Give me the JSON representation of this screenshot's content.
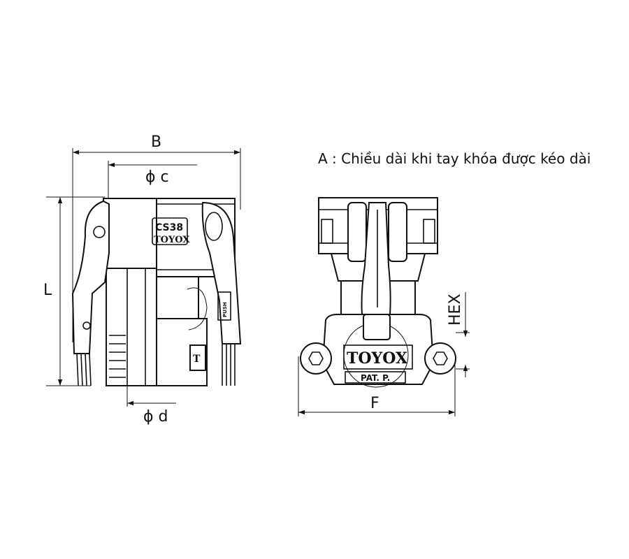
{
  "note": "A : Chiều dài khi tay khóa được kéo dài",
  "dimensions": {
    "B": "B",
    "c": "ϕ c",
    "L": "L",
    "d": "ϕ d",
    "F": "F",
    "HEX": "HEX"
  },
  "markings": {
    "model": "CS38",
    "brand": "TOYOX",
    "push": "PUSH",
    "patent": "PAT. P."
  }
}
